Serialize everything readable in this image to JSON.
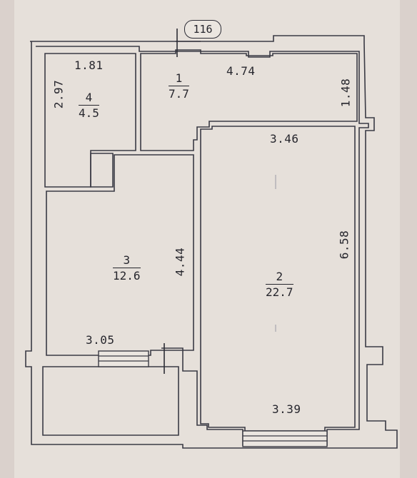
{
  "apartment_number": "116",
  "rooms": [
    {
      "id": "room-4",
      "number": "4",
      "area": "4.5"
    },
    {
      "id": "room-1",
      "number": "1",
      "area": "7.7"
    },
    {
      "id": "room-3",
      "number": "3",
      "area": "12.6"
    },
    {
      "id": "room-2",
      "number": "2",
      "area": "22.7"
    }
  ],
  "dimensions": {
    "room4_width": "1.81",
    "room4_depth": "2.97",
    "hall_width": "4.74",
    "hall_depth": "1.48",
    "room2_top": "3.46",
    "room2_depth": "6.58",
    "room2_bottom": "3.39",
    "room3_depth": "4.44",
    "room3_width": "3.05"
  }
}
